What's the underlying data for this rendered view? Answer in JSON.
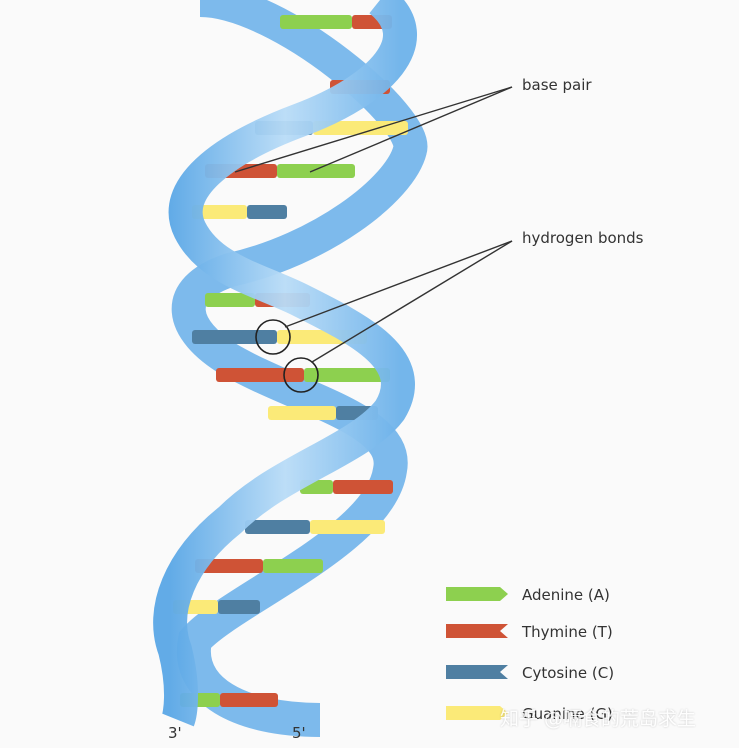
{
  "annotations": {
    "base_pair": "base pair",
    "hydrogen_bonds": "hydrogen bonds"
  },
  "strand_ends": {
    "left": "3'",
    "right": "5'"
  },
  "legend": [
    {
      "label": "Adenine (A)",
      "color": "#8dd04f",
      "shape": "arrow"
    },
    {
      "label": "Thymine (T)",
      "color": "#cf5336",
      "shape": "notch"
    },
    {
      "label": "Cytosine (C)",
      "color": "#4f7fa2",
      "shape": "notch"
    },
    {
      "label": "Guanine (G)",
      "color": "#fbea78",
      "shape": "arrow"
    }
  ],
  "colors": {
    "backbone": "#8ec3ef",
    "backbone_shadow": "#5aa7e6",
    "leader_line": "#333333"
  },
  "watermark": "知乎 @嗝食的荒岛求生"
}
